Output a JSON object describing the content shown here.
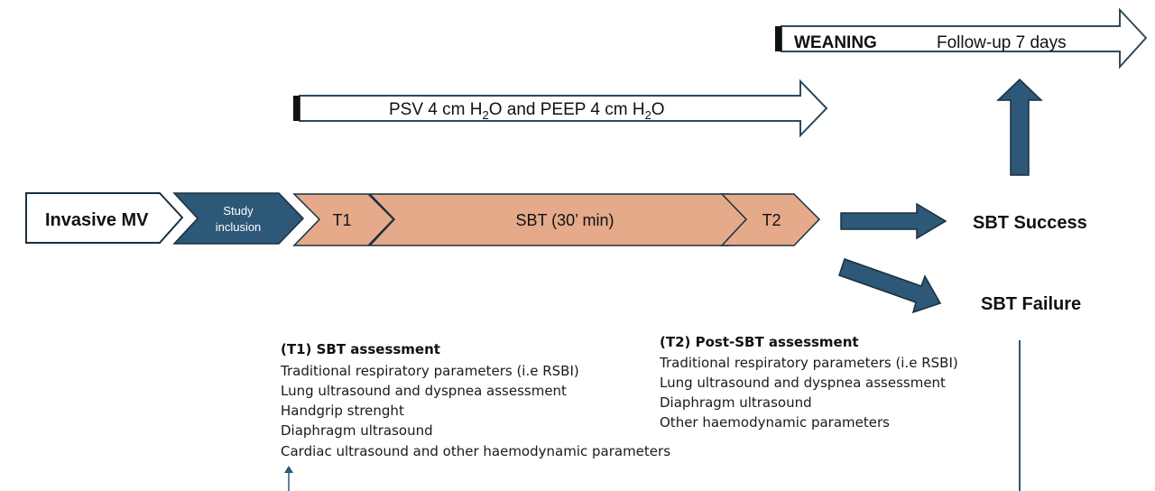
{
  "colors": {
    "navy": "#2d5877",
    "salmon": "#e4aa8a",
    "outline": "#1b2f3e",
    "text": "#111111"
  },
  "weaning": {
    "label": "WEANING",
    "followup": "Follow-up 7 days"
  },
  "psv": {
    "part1": "PSV 4 cm H",
    "sub1": "2",
    "part2": "O and PEEP 4 cm H",
    "sub2": "2",
    "part3": "O"
  },
  "timeline": {
    "invasive": "Invasive MV",
    "study_line1": "Study",
    "study_line2": "inclusion",
    "t1": "T1",
    "sbt": "SBT (30’ min)",
    "t2": "T2"
  },
  "outcomes": {
    "success": "SBT Success",
    "failure": "SBT Failure"
  },
  "t1_block": {
    "title": "(T1) SBT assessment",
    "items": [
      "Traditional respiratory parameters (i.e RSBI)",
      "Lung ultrasound and dyspnea assessment",
      "Handgrip strenght",
      "Diaphragm ultrasound",
      "Cardiac ultrasound and other haemodynamic parameters"
    ]
  },
  "t2_block": {
    "title": "(T2) Post-SBT assessment",
    "items": [
      "Traditional respiratory parameters (i.e RSBI)",
      "Lung ultrasound and dyspnea assessment",
      "Diaphragm ultrasound",
      "Other haemodynamic parameters"
    ]
  }
}
